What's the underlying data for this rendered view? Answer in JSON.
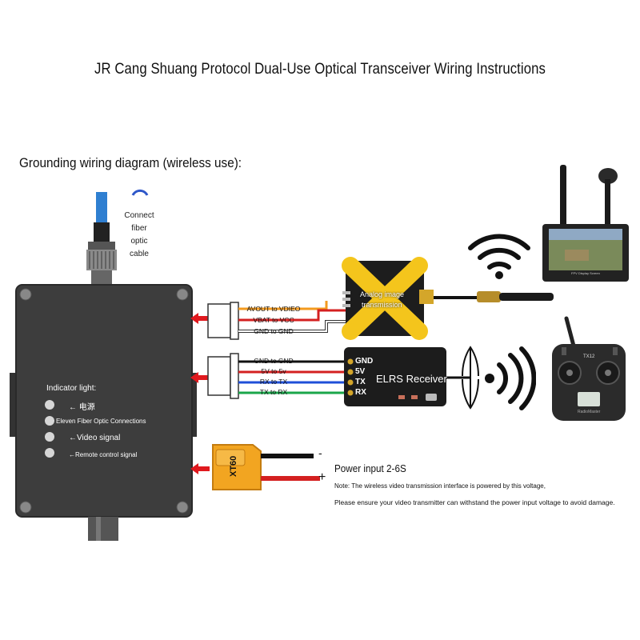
{
  "title": "JR Cang Shuang Protocol Dual-Use Optical Transceiver Wiring Instructions",
  "section_title": "Grounding wiring diagram (wireless use):",
  "fiber_note": [
    "Connect",
    "fiber",
    "optic",
    "cable"
  ],
  "video_connector": {
    "pins": [
      "AVOUT to VDIEO",
      "VBAT to VCC",
      "GND to GND"
    ],
    "wire_colors": [
      "#f39a1e",
      "#d42020",
      "#ffffff"
    ]
  },
  "control_connector": {
    "pins": [
      "GND to GND",
      "5V to 5v",
      "RX to TX",
      "TX to RX"
    ],
    "wire_colors": [
      "#111111",
      "#d42020",
      "#1f4fd8",
      "#1aa64a"
    ]
  },
  "analog_vtx_label": [
    "Analog image",
    "transmission"
  ],
  "elrs": {
    "name": "ELRS Receiver",
    "pins": [
      "GND",
      "5V",
      "TX",
      "RX"
    ]
  },
  "indicator": {
    "title": "Indicator light:",
    "items": [
      "← 电源",
      "Eleven Fiber Optic Connections",
      "←Video signal",
      "←Remote control signal"
    ]
  },
  "xt60": {
    "label": "XT60",
    "minus": "-",
    "plus": "+"
  },
  "power": {
    "label": "Power input 2-6S",
    "note1": "Note: The wireless video transmission interface is powered by this voltage,",
    "note2": "Please ensure your video transmitter can withstand the power input voltage to avoid damage."
  },
  "monitor_caption": "FPV Display Screen",
  "radio": {
    "model": "TX12",
    "brand": "RadioMaster"
  },
  "colors": {
    "housing": "#3d3d3d",
    "arrow": "#e0191e",
    "vtx_board": "#f4c51c",
    "xt60": "#f2a521"
  }
}
